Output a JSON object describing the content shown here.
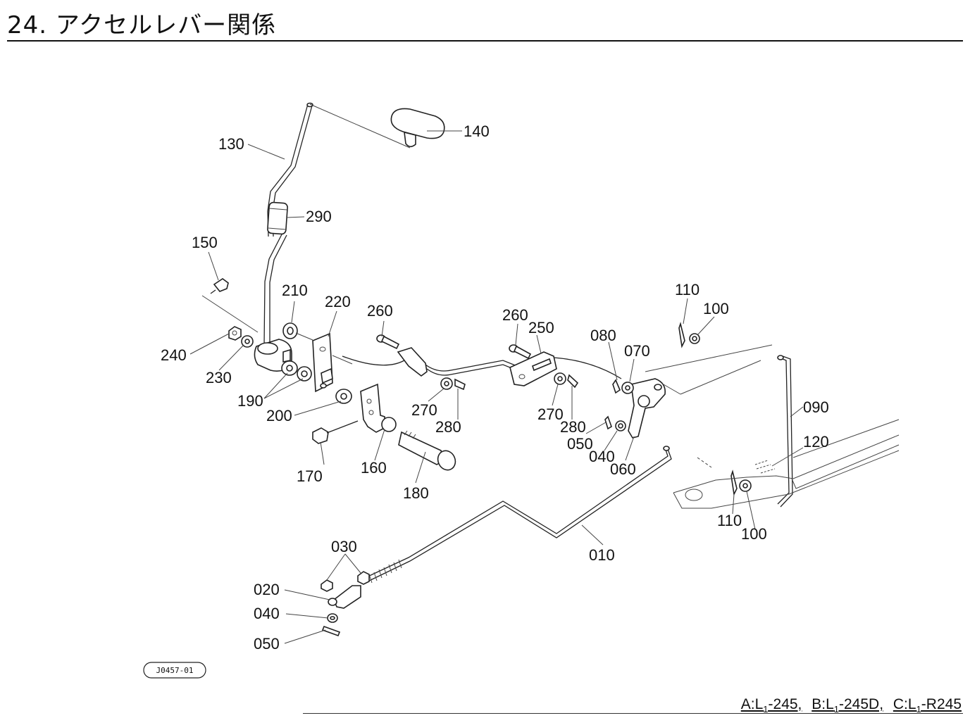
{
  "page": {
    "title": "24. アクセルレバー関係",
    "drawing_code": "J0457-01",
    "models": [
      {
        "label": "A:L",
        "sub": "1",
        "suffix": "-245,"
      },
      {
        "label": "B:L",
        "sub": "1",
        "suffix": "-245D,"
      },
      {
        "label": "C:L",
        "sub": "1",
        "suffix": "-R245"
      }
    ]
  },
  "callouts": [
    {
      "id": "c140",
      "text": "140"
    },
    {
      "id": "c130",
      "text": "130"
    },
    {
      "id": "c290",
      "text": "290"
    },
    {
      "id": "c150",
      "text": "150"
    },
    {
      "id": "c210",
      "text": "210"
    },
    {
      "id": "c220",
      "text": "220"
    },
    {
      "id": "c260a",
      "text": "260"
    },
    {
      "id": "c260b",
      "text": "260"
    },
    {
      "id": "c250",
      "text": "250"
    },
    {
      "id": "c240",
      "text": "240"
    },
    {
      "id": "c230",
      "text": "230"
    },
    {
      "id": "c190",
      "text": "190"
    },
    {
      "id": "c200",
      "text": "200"
    },
    {
      "id": "c170",
      "text": "170"
    },
    {
      "id": "c160",
      "text": "160"
    },
    {
      "id": "c180",
      "text": "180"
    },
    {
      "id": "c270a",
      "text": "270"
    },
    {
      "id": "c280a",
      "text": "280"
    },
    {
      "id": "c270b",
      "text": "270"
    },
    {
      "id": "c280b",
      "text": "280"
    },
    {
      "id": "c080",
      "text": "080"
    },
    {
      "id": "c070",
      "text": "070"
    },
    {
      "id": "c050a",
      "text": "050"
    },
    {
      "id": "c040a",
      "text": "040"
    },
    {
      "id": "c060",
      "text": "060"
    },
    {
      "id": "c110a",
      "text": "110"
    },
    {
      "id": "c100a",
      "text": "100"
    },
    {
      "id": "c090",
      "text": "090"
    },
    {
      "id": "c120",
      "text": "120"
    },
    {
      "id": "c110b",
      "text": "110"
    },
    {
      "id": "c100b",
      "text": "100"
    },
    {
      "id": "c010",
      "text": "010"
    },
    {
      "id": "c030",
      "text": "030"
    },
    {
      "id": "c020",
      "text": "020"
    },
    {
      "id": "c040b",
      "text": "040"
    },
    {
      "id": "c050b",
      "text": "050"
    }
  ]
}
